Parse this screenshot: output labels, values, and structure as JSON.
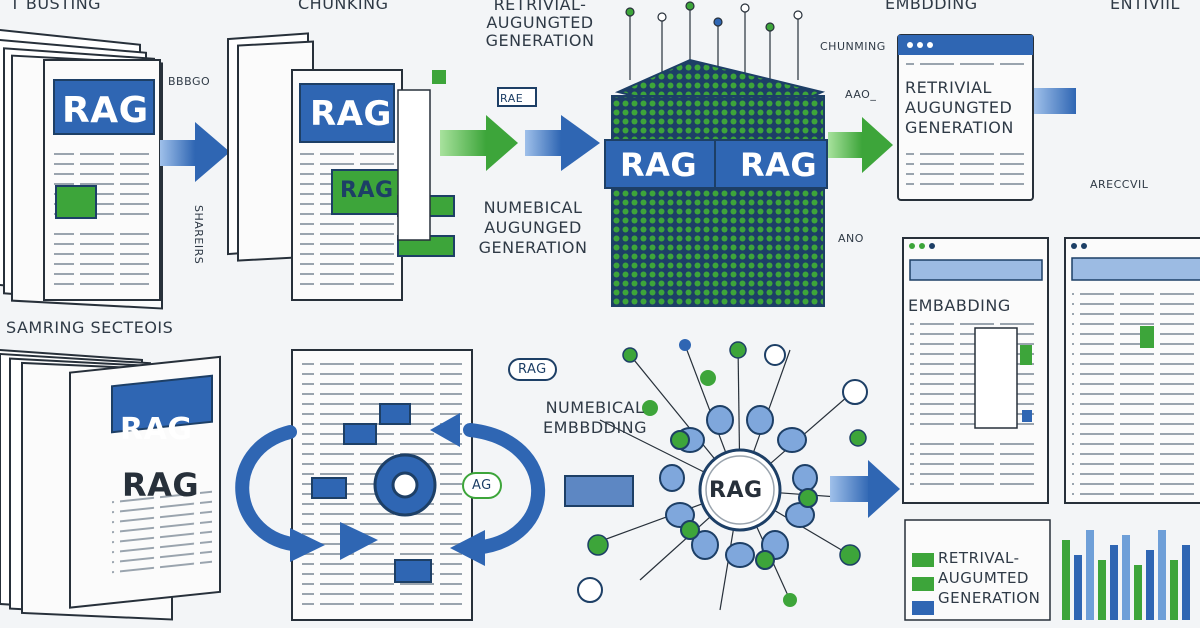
{
  "labels": {
    "top_left": "T BUSTING",
    "chunking": "CHUNKING",
    "retrieval_top": "RETRIVIAL-\nAUGUNGTED\nGENERATION",
    "embedding_top": "EMBDDING",
    "top_right": "ENTIVIIL",
    "chunking_side": "CHUNMING",
    "arrow_tag_1": "AAO_",
    "small_ticks": "BBBGO",
    "vertical_text": "SHAREIRS",
    "numerical_aug": "NUMEBICAL\nAUGUNGED\nGENERATION",
    "archive_label": "ARECCVIL",
    "ano_label": "ANO",
    "sharing_sections": "SAMRING SECTEOIS",
    "numerical_emb": "NUMEBICAL\nEMBBDDING",
    "panel_embedding": "EMBABDING",
    "panel_retrieval": "RETRIVIAL\nAUGUNGTED\nGENERATION",
    "retrieval_bottom": "RETRIVAL-\nAUGUMTED\nGENERATION"
  },
  "badges": {
    "rag_doc_tl": "RAG",
    "rag_chunk": "RAG",
    "rag_green": "RAG",
    "rag_cube_left": "RAG",
    "rag_cube_right": "RAG",
    "rag_doc_bl_1": "RAG",
    "rag_doc_bl_2": "RAG",
    "rag_bubble": "RAG",
    "ag_bubble": "AG",
    "rag_core": "RAG",
    "red_tag": "RAE"
  },
  "colors": {
    "blue": "#2f66b3",
    "light_blue": "#6e9fd8",
    "green": "#3da53a",
    "dark": "#27303a",
    "paper": "#fbfbfb",
    "line": "#7b8794"
  }
}
